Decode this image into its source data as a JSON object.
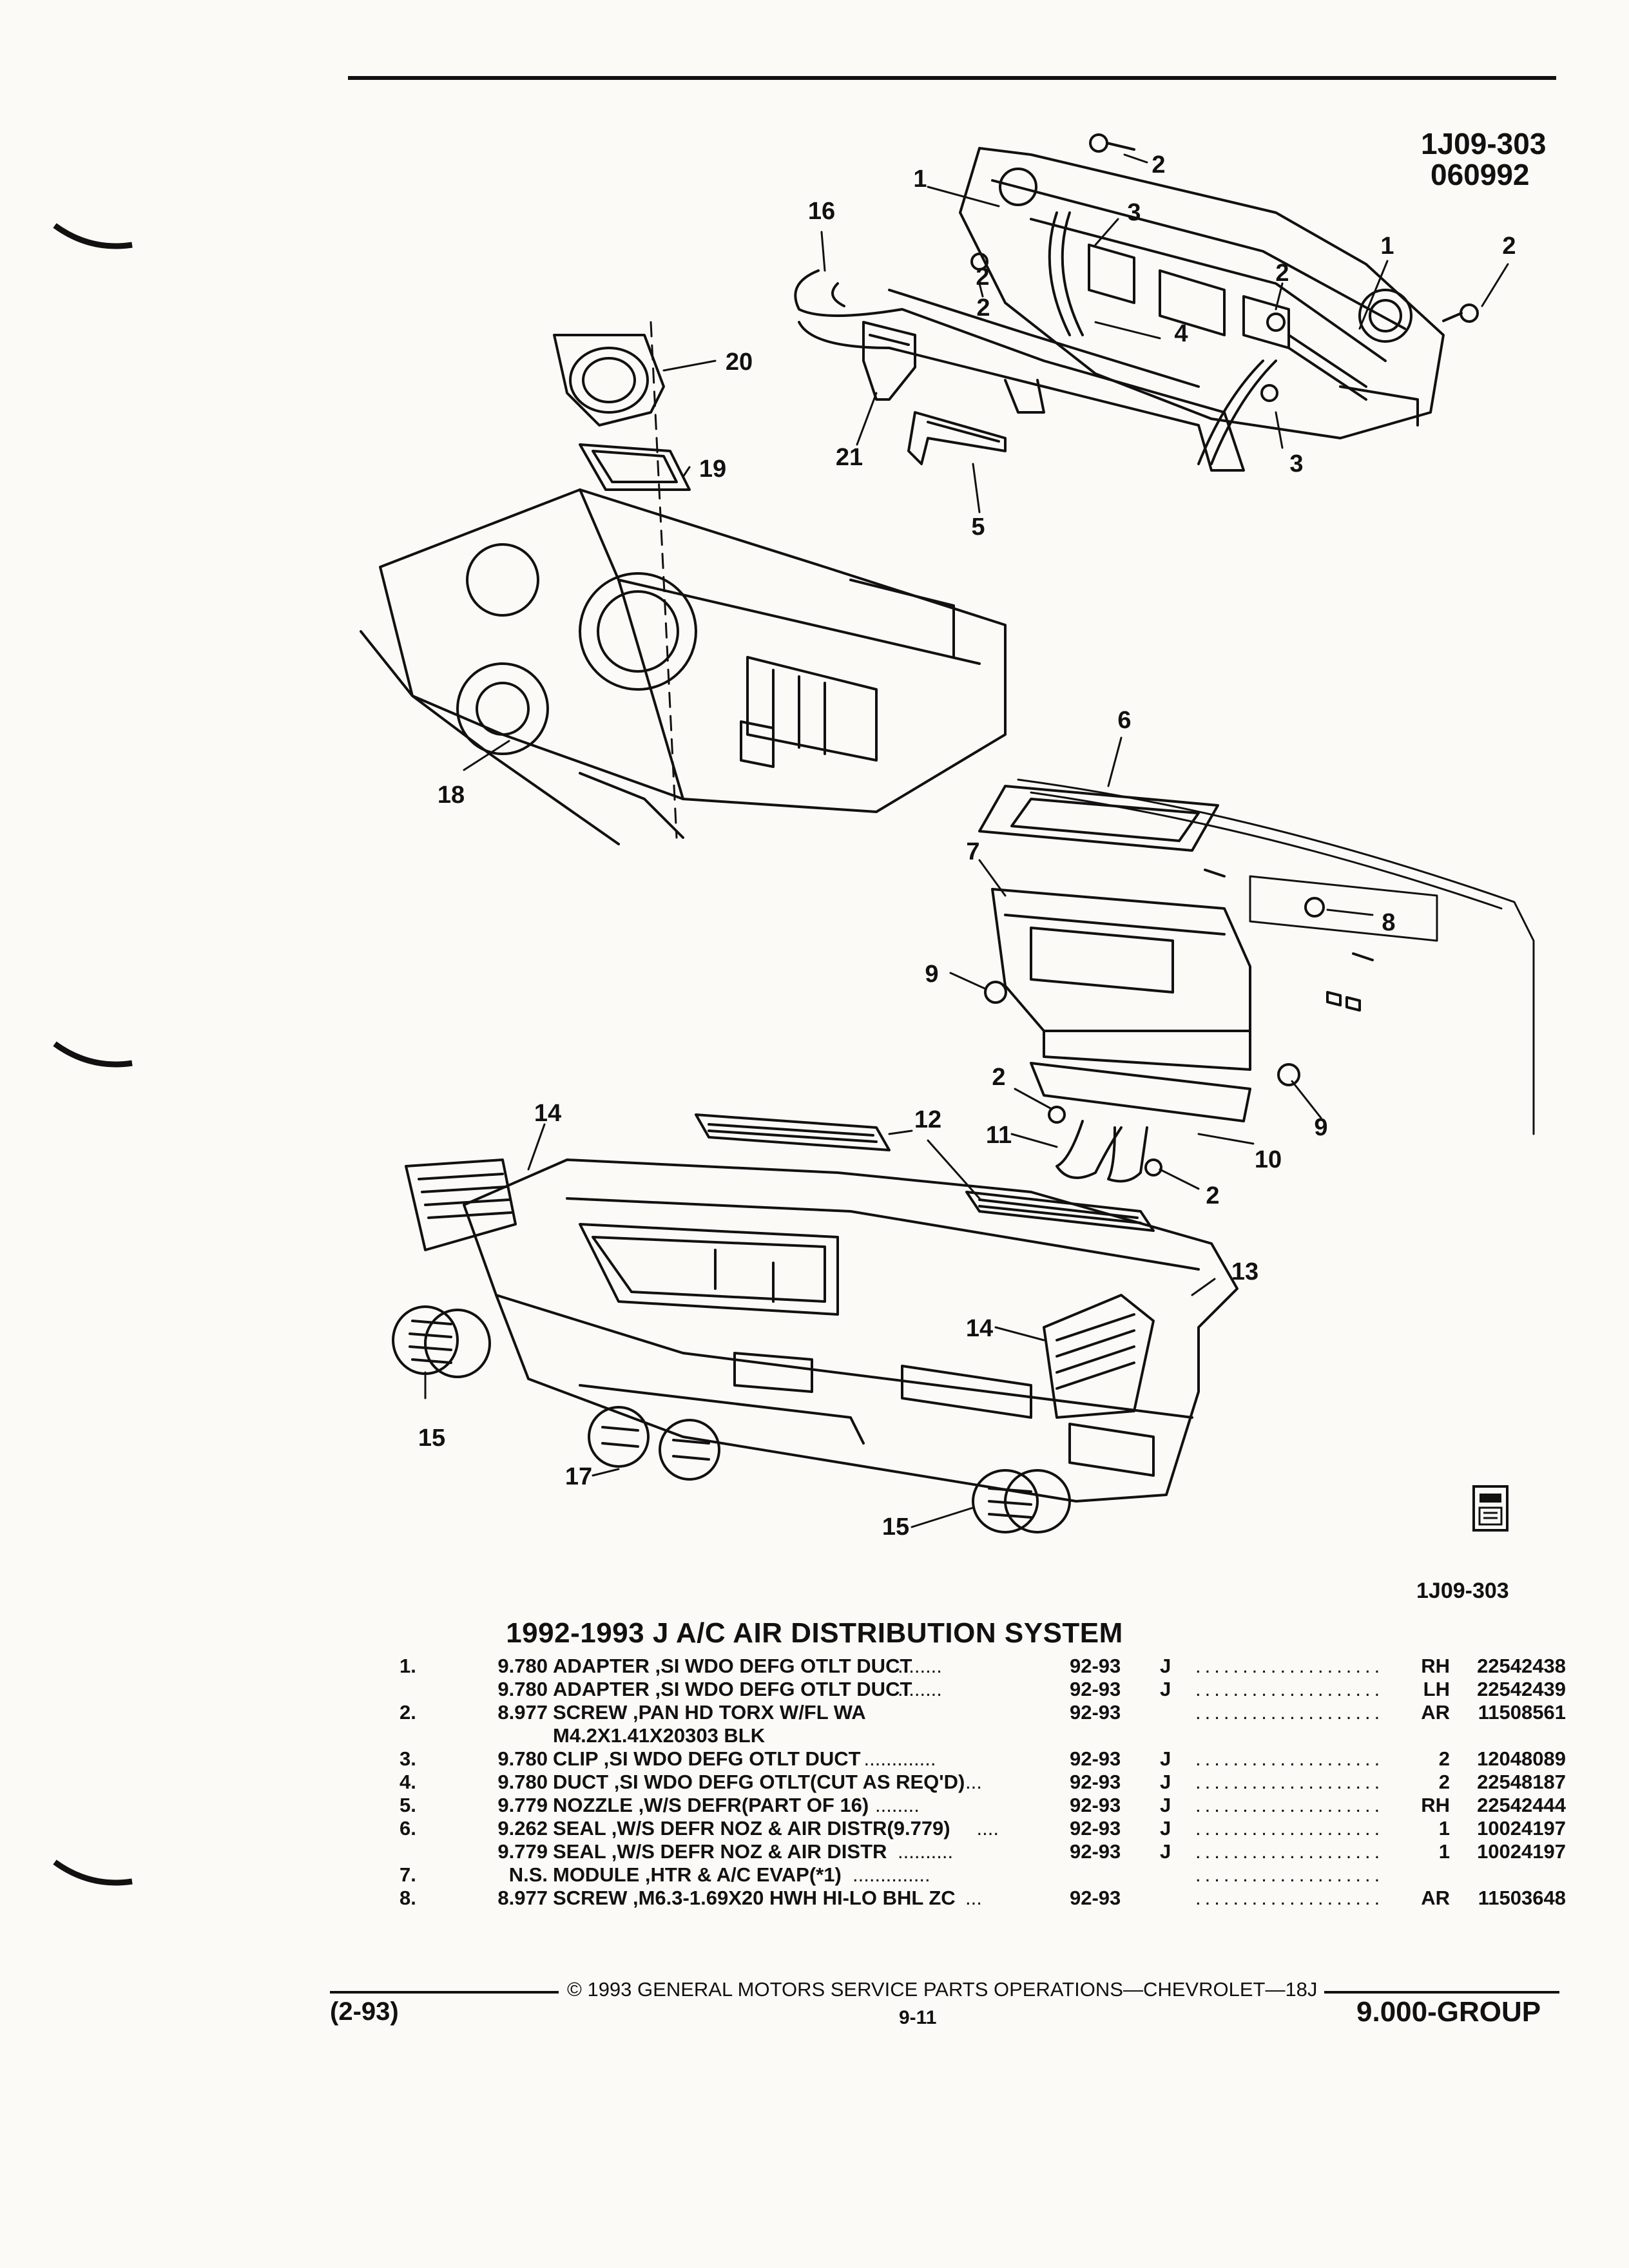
{
  "header": {
    "figure_id_top": "1J09-303",
    "date_code": "060992",
    "figure_id_bottom": "1J09-303"
  },
  "callouts": [
    "1",
    "2",
    "2",
    "3",
    "16",
    "2",
    "1",
    "2",
    "2",
    "4",
    "3",
    "20",
    "19",
    "21",
    "5",
    "18",
    "6",
    "7",
    "8",
    "9",
    "9",
    "2",
    "11",
    "10",
    "2",
    "14",
    "12",
    "13",
    "14",
    "15",
    "17",
    "15"
  ],
  "title": "1992-1993 J A/C AIR DISTRIBUTION SYSTEM",
  "parts": [
    {
      "no": "1.",
      "group": "9.780",
      "desc": "ADAPTER ,SI WDO DEFG OTLT DUCT",
      "dots": "........",
      "years": "92-93",
      "series": "J",
      "qty": "RH",
      "part_no": "22542438"
    },
    {
      "no": "",
      "group": "9.780",
      "desc": "ADAPTER ,SI WDO DEFG OTLT DUCT",
      "dots": "........",
      "years": "92-93",
      "series": "J",
      "qty": "LH",
      "part_no": "22542439"
    },
    {
      "no": "2.",
      "group": "8.977",
      "desc": "SCREW ,PAN HD TORX W/FL WA",
      "dots": "",
      "years": "92-93",
      "series": "",
      "qty": "AR",
      "part_no": "11508561"
    },
    {
      "no": "",
      "group": "",
      "desc": "M4.2X1.41X20303 BLK",
      "dots": "",
      "years": "",
      "series": "",
      "qty": "",
      "part_no": ""
    },
    {
      "no": "3.",
      "group": "9.780",
      "desc": "CLIP ,SI WDO DEFG OTLT DUCT",
      "dots": ".............",
      "years": "92-93",
      "series": "J",
      "qty": "2",
      "part_no": "12048089"
    },
    {
      "no": "4.",
      "group": "9.780",
      "desc": "DUCT ,SI WDO DEFG OTLT(CUT AS REQ'D)",
      "dots": "...",
      "years": "92-93",
      "series": "J",
      "qty": "2",
      "part_no": "22548187"
    },
    {
      "no": "5.",
      "group": "9.779",
      "desc": "NOZZLE ,W/S DEFR(PART OF 16)",
      "dots": "........",
      "years": "92-93",
      "series": "J",
      "qty": "RH",
      "part_no": "22542444"
    },
    {
      "no": "6.",
      "group": "9.262",
      "desc": "SEAL ,W/S DEFR NOZ & AIR DISTR(9.779)",
      "dots": "....",
      "years": "92-93",
      "series": "J",
      "qty": "1",
      "part_no": "10024197"
    },
    {
      "no": "",
      "group": "9.779",
      "desc": "SEAL ,W/S DEFR NOZ & AIR DISTR",
      "dots": "..........",
      "years": "92-93",
      "series": "J",
      "qty": "1",
      "part_no": "10024197"
    },
    {
      "no": "7.",
      "group": "N.S.",
      "desc": "MODULE ,HTR & A/C EVAP(*1)",
      "dots": "..............",
      "years": "",
      "series": "",
      "qty": "",
      "part_no": ""
    },
    {
      "no": "8.",
      "group": "8.977",
      "desc": "SCREW ,M6.3-1.69X20 HWH HI-LO BHL ZC",
      "dots": "...",
      "years": "92-93",
      "series": "",
      "qty": "AR",
      "part_no": "11503648"
    }
  ],
  "footer": {
    "copyright": "© 1993 GENERAL MOTORS SERVICE PARTS OPERATIONS—CHEVROLET—18J",
    "left": "(2-93)",
    "center": "9-11",
    "right": "9.000-GROUP"
  }
}
